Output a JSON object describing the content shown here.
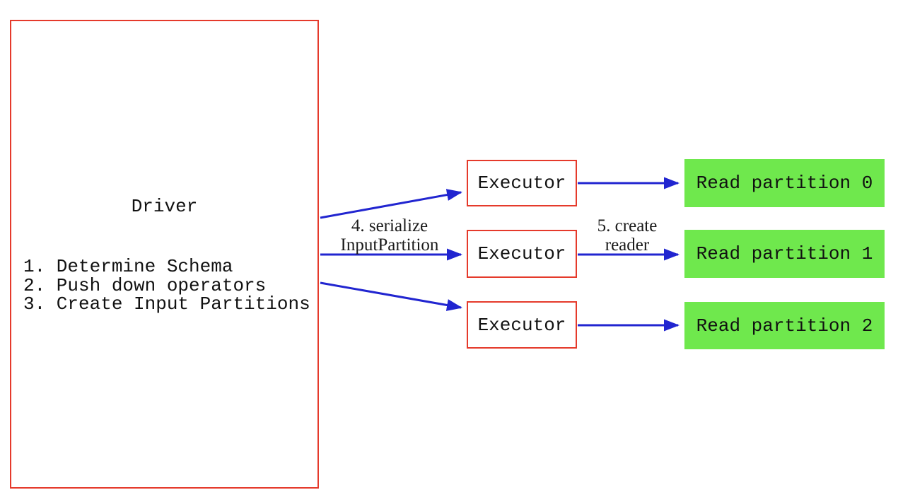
{
  "diagram": {
    "driver": {
      "title": "Driver",
      "steps": [
        "1. Determine Schema",
        "2. Push down operators",
        "3. Create Input Partitions"
      ]
    },
    "executors": [
      {
        "label": "Executor"
      },
      {
        "label": "Executor"
      },
      {
        "label": "Executor"
      }
    ],
    "partitions": [
      {
        "label": "Read partition 0"
      },
      {
        "label": "Read partition 1"
      },
      {
        "label": "Read partition 2"
      }
    ],
    "edge_labels": {
      "serialize_line1": "4. serialize",
      "serialize_line2": "InputPartition",
      "reader_line1": "5. create",
      "reader_line2": "reader"
    },
    "colors": {
      "box_border_red": "#e53a2b",
      "arrow_blue": "#2125d0",
      "partition_green": "#6fe84d",
      "text": "#111111",
      "background": "#ffffff"
    }
  }
}
